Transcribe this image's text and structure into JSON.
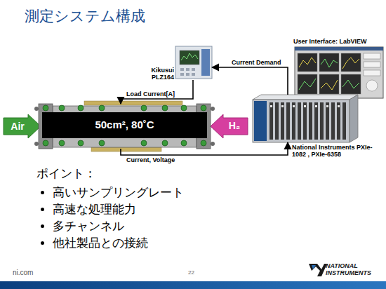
{
  "diagram": {
    "title": "測定システム構成",
    "nodes": [
      {
        "text": [
          "Air"
        ]
      },
      {
        "text": [
          "50cm², 80˚C"
        ]
      },
      {
        "text": [
          "H₂"
        ]
      },
      {
        "text": [
          "Kikusui PLZ164"
        ]
      },
      {
        "text": [
          "User Interface: LabVIEW"
        ]
      },
      {
        "text": [
          "National Instruments PXIe-1082 , PXIe-6358"
        ]
      }
    ],
    "edges": [
      {
        "from": 5,
        "to": 3,
        "label": "Current Demand",
        "arrow": "to"
      },
      {
        "from": 3,
        "to": 1,
        "label": "Load Current[A]",
        "arrow": "to"
      },
      {
        "from": 1,
        "to": 5,
        "label": "Current, Voltage",
        "arrow": "to"
      }
    ],
    "labels": [
      "ポイント：",
      "高いサンプリングレート",
      "高速な処理能力",
      "多チャンネル",
      "他社製品との接続",
      "ni.com",
      "22",
      "NATIONAL INSTRUMENTS"
    ]
  }
}
